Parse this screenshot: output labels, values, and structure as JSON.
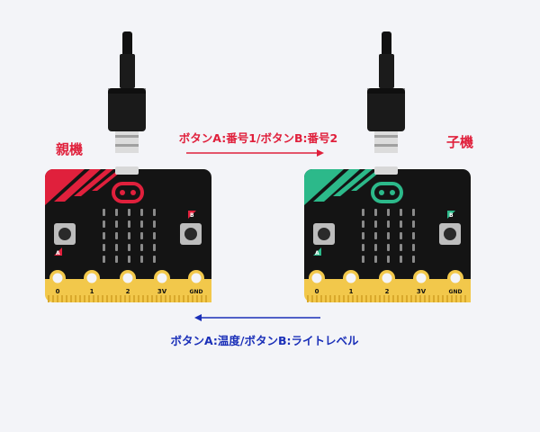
{
  "labels": {
    "parent": "親機",
    "child": "子機",
    "top_message": "ボタンA:番号1/ボタンB:番号2",
    "bottom_message": "ボタンA:温度/ボタンB:ライトレベル"
  },
  "pins": [
    "0",
    "1",
    "2",
    "3V",
    "GND"
  ],
  "buttons": {
    "a": "A",
    "b": "B"
  },
  "colors": {
    "parent_accent": "#e0203c",
    "child_accent": "#2cb98a",
    "top_message": "#e0203c",
    "parent_label": "#e0203c",
    "child_label": "#e0203c",
    "bottom_message": "#1a2fb8",
    "top_arrow": "#e0203c",
    "bottom_arrow": "#1a2fb8",
    "board": "#141414",
    "gold": "#f2c84b"
  }
}
